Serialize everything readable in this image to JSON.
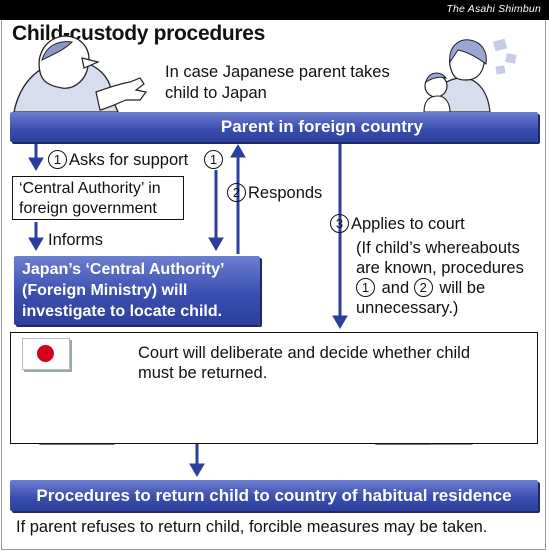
{
  "header": {
    "source": "The Asahi Shimbun",
    "title": "Child-custody procedures"
  },
  "intro": {
    "caption_line1": "In case Japanese parent takes",
    "caption_line2": "child to Japan"
  },
  "parent_bar": {
    "label": "Parent in foreign country"
  },
  "steps": {
    "step1_num": "1",
    "step1_label": "Asks for support",
    "step1b_num": "1",
    "step2_num": "2",
    "step2_label": "Responds",
    "step3_num": "3",
    "step3_label": "Applies to court",
    "step3_note_line1": "(If child’s whereabouts",
    "step3_note_line2": "are known, procedures",
    "step3_note_and": "and",
    "step3_note_line3_end": "will be",
    "step3_note_line4": "unnecessary.)",
    "note_num_a": "1",
    "note_num_b": "2",
    "informs_label": "Informs"
  },
  "foreign_authority": {
    "line1": "‘Central Authority’ in",
    "line2": "foreign government"
  },
  "japan_authority": {
    "line1": "Japan’s ‘Central Authority’",
    "line2": "(Foreign Ministry) will",
    "line3": "investigate to locate child."
  },
  "court": {
    "line1": "Court will deliberate and decide whether child",
    "line2": "must be returned."
  },
  "return_bar": {
    "label": "Procedures to return child to country of habitual residence"
  },
  "footnote": {
    "text": "If parent refuses to return child, forcible measures may be taken."
  },
  "colors": {
    "bar_blue": "#3b4fb0",
    "arrow_blue": "#2d3f9c",
    "flag_red": "#d3001e"
  }
}
